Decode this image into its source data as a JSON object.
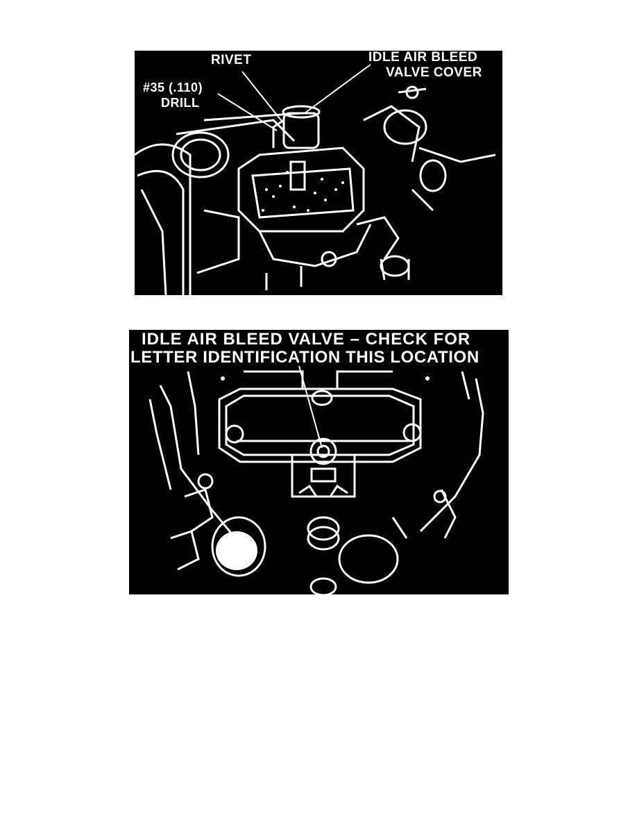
{
  "figures": [
    {
      "callouts": {
        "rivet": "RIVET",
        "drill_line1": "#35 (.110)",
        "drill_line2": "DRILL",
        "cover_line1": "IDLE AIR BLEED",
        "cover_line2": "VALVE COVER"
      }
    },
    {
      "callouts": {
        "line1": "IDLE AIR BLEED VALVE  – CHECK FOR",
        "line2": "LETTER  IDENTIFICATION THIS LOCATION"
      }
    }
  ]
}
